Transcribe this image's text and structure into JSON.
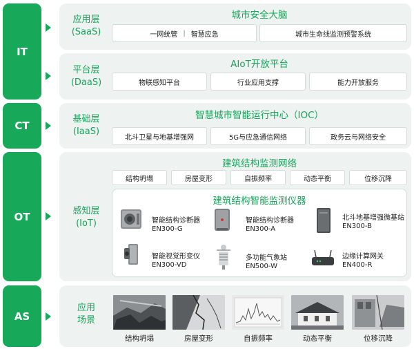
{
  "layers": {
    "it": {
      "side_label": "IT",
      "saas": {
        "name": "应用层",
        "sub": "(SaaS)",
        "title": "城市安全大脑",
        "box1_left": "一网统管",
        "box1_sep": "|",
        "box1_right": "智慧应急",
        "box2": "城市生命线监测预警系统"
      },
      "daas": {
        "name": "平台层",
        "sub": "(DaaS)",
        "title": "AIoT开放平台",
        "items": [
          "物联感知平台",
          "行业应用支撑",
          "能力开放服务"
        ]
      }
    },
    "ct": {
      "side_label": "CT",
      "name": "基础层",
      "sub": "(IaaS)",
      "title": "智慧城市智能运行中心（IOC）",
      "items": [
        "北斗卫星与地基增强网",
        "5G与应急通信网络",
        "政务云与网络安全"
      ]
    },
    "ot": {
      "side_label": "OT",
      "name": "感知层",
      "sub": "(IoT)",
      "network_title": "建筑结构监测网络",
      "network_items": [
        "结构坍塌",
        "房屋变形",
        "自振频率",
        "动态平衡",
        "位移沉降"
      ],
      "device_title": "建筑结构智能监测仪器",
      "devices": [
        {
          "name": "智能结构诊断器",
          "model": "EN300-G",
          "icon": "camera-module-icon"
        },
        {
          "name": "智能结构诊断器",
          "model": "EN300-A",
          "icon": "sensor-box-icon"
        },
        {
          "name": "北斗地基增强微基站",
          "model": "EN300-B",
          "icon": "base-station-icon"
        },
        {
          "name": "智能视觉形变仪",
          "model": "EN300-VD",
          "icon": "vision-camera-icon"
        },
        {
          "name": "多功能气象站",
          "model": "EN500-W",
          "icon": "weather-station-icon"
        },
        {
          "name": "边缘计算网关",
          "model": "EN400-R",
          "icon": "gateway-router-icon"
        }
      ]
    },
    "as": {
      "side_label": "AS",
      "name_line1": "应用",
      "name_line2": "场景",
      "scenes": [
        "结构坍塌",
        "房屋变形",
        "自振频率",
        "动态平衡",
        "位移沉降"
      ]
    }
  },
  "colors": {
    "accent": "#18a85a",
    "panel": "#eef2f1",
    "box_border": "#d4dbd8"
  }
}
